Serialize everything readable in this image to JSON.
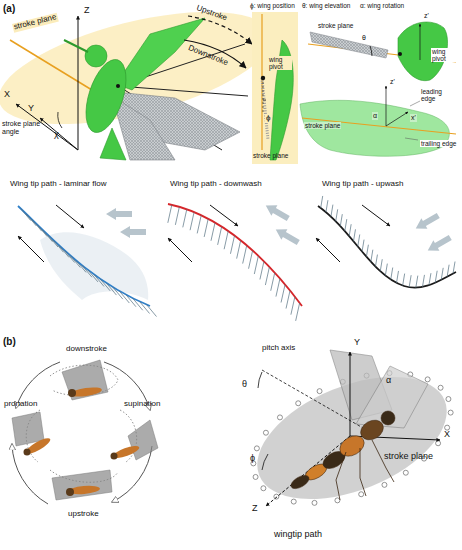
{
  "diagram": {
    "labels": [
      "(a)",
      "Z",
      "stroke plane",
      "Upstroke",
      "Downstroke",
      "X",
      "Y",
      "stroke plane angle",
      "χ",
      "ϕ: wing position",
      "θ: wing elevation",
      "α: wing rotation",
      "wing pivot",
      "ϕ",
      "stroke plane",
      "z'",
      "θ",
      "stroke plane",
      "wing pivot",
      "z'",
      "leading edge",
      "stroke plane",
      "x'",
      "α",
      "trailing edge",
      "Wing tip path - laminar flow",
      "Wing tip path - downwash",
      "Wing tip path - upwash",
      "(b)",
      "downstroke",
      "pronation",
      "supination",
      "upstroke",
      "pitch axis",
      "Y",
      "θ",
      "α",
      "X",
      "stroke plane",
      "ϕ",
      "Z",
      "wingtip path"
    ]
  }
}
